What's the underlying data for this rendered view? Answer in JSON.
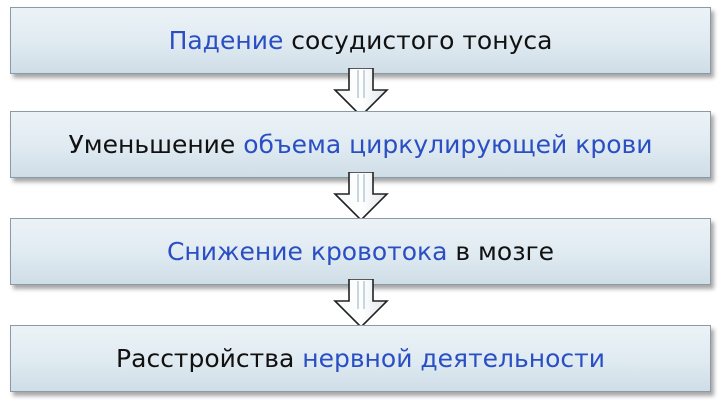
{
  "steps": [
    {
      "parts": [
        {
          "text": "Падение",
          "accent": true
        },
        {
          "text": " сосудистого тонуса",
          "accent": false
        }
      ]
    },
    {
      "parts": [
        {
          "text": "Уменьшение ",
          "accent": false
        },
        {
          "text": "объема циркулирующей крови",
          "accent": true
        }
      ]
    },
    {
      "parts": [
        {
          "text": "Снижение кровотока",
          "accent": true
        },
        {
          "text": " в мозге",
          "accent": false
        }
      ]
    },
    {
      "parts": [
        {
          "text": "Расстройства ",
          "accent": false
        },
        {
          "text": "нервной деятельности",
          "accent": true
        }
      ]
    }
  ],
  "colors": {
    "accent_text": "#2a4fc4",
    "normal_text": "#111111",
    "box_fill": "#dfeaf1",
    "box_border": "#8a9aa6"
  },
  "icons": [
    "down-arrow-icon",
    "down-arrow-icon",
    "down-arrow-icon"
  ]
}
